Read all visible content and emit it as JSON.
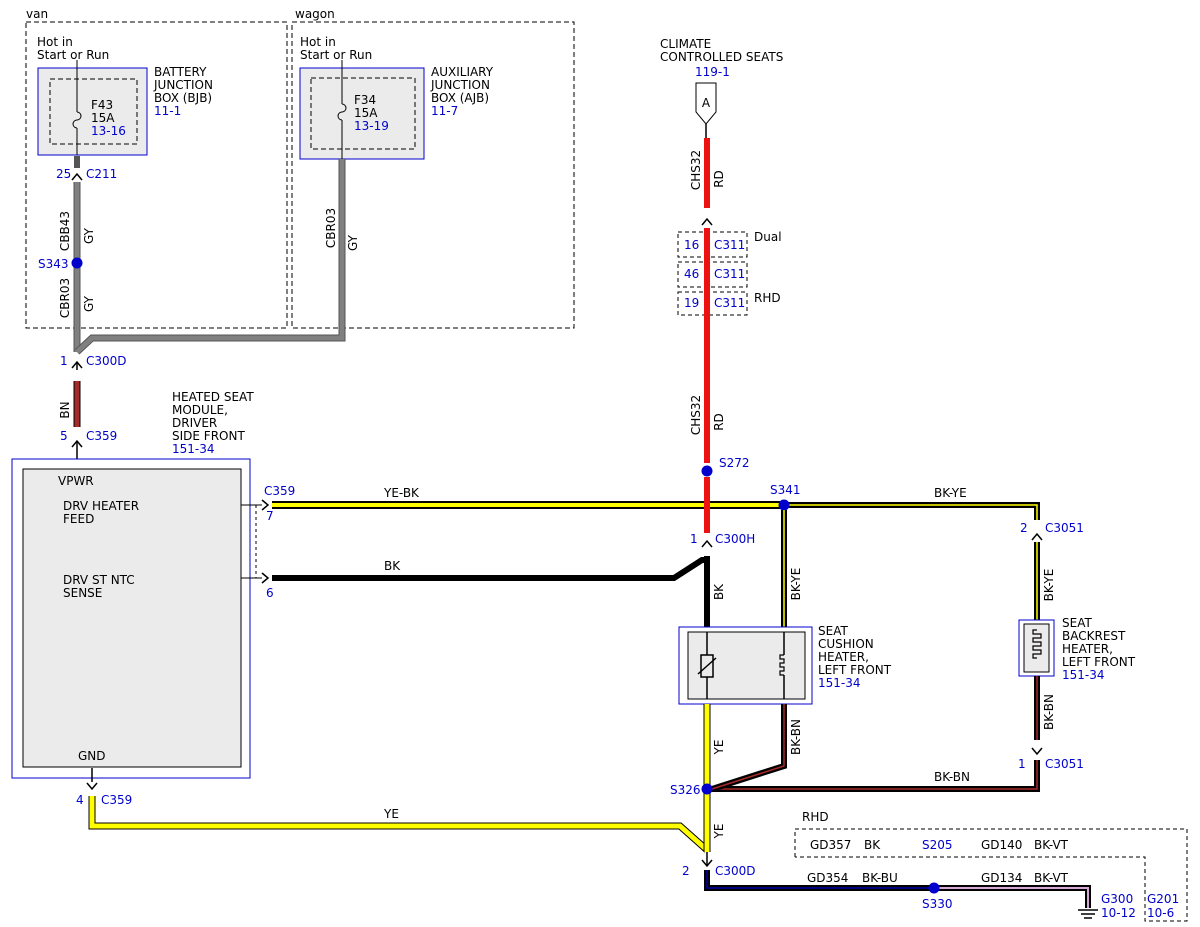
{
  "colors": {
    "blue": "#0000cc",
    "wire_gy": "#808080",
    "wire_bn": "#a52a2a",
    "wire_rd": "#ee1111",
    "wire_ye": "#ffff00",
    "wire_bk": "#000000",
    "wire_bu": "#000080",
    "wire_vt": "#d7a8d7",
    "module_fill": "#ebebeb"
  },
  "regions": {
    "van": "van",
    "wagon": "wagon",
    "rhd": "RHD"
  },
  "power": {
    "van_hot": [
      "Hot in",
      "Start or Run"
    ],
    "wagon_hot": [
      "Hot in",
      "Start or Run"
    ],
    "bjb_title": [
      "BATTERY",
      "JUNCTION",
      "BOX (BJB)"
    ],
    "bjb_ref": "11-1",
    "ajb_title": [
      "AUXILIARY",
      "JUNCTION",
      "BOX (AJB)"
    ],
    "ajb_ref": "11-7",
    "f43": {
      "name": "F43",
      "rating": "15A",
      "ref": "13-16"
    },
    "f34": {
      "name": "F34",
      "rating": "15A",
      "ref": "13-19"
    }
  },
  "connectors": {
    "c211": {
      "pin": "25",
      "name": "C211"
    },
    "s343": "S343",
    "c300d_top": {
      "pin": "1",
      "name": "C300D"
    },
    "c359_pwr": {
      "pin": "5",
      "name": "C359"
    },
    "c359_feed": {
      "name": "C359",
      "pin": "7"
    },
    "c359_sense_pin": "6",
    "c359_gnd": {
      "pin": "4",
      "name": "C359"
    },
    "c311": [
      {
        "pin": "16",
        "name": "C311",
        "label": "Dual"
      },
      {
        "pin": "46",
        "name": "C311",
        "label": ""
      },
      {
        "pin": "19",
        "name": "C311",
        "label": "RHD"
      }
    ],
    "s272": "S272",
    "s341": "S341",
    "c300h": {
      "pin": "1",
      "name": "C300H"
    },
    "c3051_top": {
      "pin": "2",
      "name": "C3051"
    },
    "c3051_bot": {
      "pin": "1",
      "name": "C3051"
    },
    "s326": "S326",
    "c300d_bot": {
      "pin": "2",
      "name": "C300D"
    },
    "s330": "S330",
    "s205": "S205",
    "g300": {
      "name": "G300",
      "ref": "10-12"
    },
    "g201": {
      "name": "G201",
      "ref": "10-6"
    }
  },
  "climate": {
    "title": [
      "CLIMATE",
      "CONTROLLED SEATS"
    ],
    "ref": "119-1",
    "letter": "A"
  },
  "module": {
    "title": [
      "HEATED SEAT",
      "MODULE,",
      "DRIVER",
      "SIDE FRONT"
    ],
    "ref": "151-34",
    "vpwr": "VPWR",
    "feed": [
      "DRV HEATER",
      "FEED"
    ],
    "sense": [
      "DRV ST NTC",
      "SENSE"
    ],
    "gnd": "GND"
  },
  "cushion": {
    "title": [
      "SEAT",
      "CUSHION",
      "HEATER,",
      "LEFT FRONT"
    ],
    "ref": "151-34"
  },
  "backrest": {
    "title": [
      "SEAT",
      "BACKREST",
      "HEATER,",
      "LEFT FRONT"
    ],
    "ref": "151-34"
  },
  "wires": {
    "cbb43": "CBB43",
    "gy": "GY",
    "cbr03": "CBR03",
    "gy2": "GY",
    "cbr03_wagon": "CBR03",
    "gy3": "GY",
    "bn": "BN",
    "chs32_top": "CHS32",
    "rd_top": "RD",
    "chs32_mid": "CHS32",
    "rd_mid": "RD",
    "ye_bk": "YE-BK",
    "bk_ye_top": "BK-YE",
    "bk": "BK",
    "bk_vert": "BK",
    "bk_ye_vert": "BK-YE",
    "bk_ye_right": "BK-YE",
    "ye_vert1": "YE",
    "bk_bn_vert": "BK-BN",
    "bk_bn_right": "BK-BN",
    "bk_bn_bottom": "BK-BN",
    "ye_bottom": "YE",
    "ye_vert2": "YE"
  },
  "ground_table": {
    "rhd_row": [
      "GD357",
      "BK",
      "GD140",
      "BK-VT"
    ],
    "main_row": [
      "GD354",
      "BK-BU",
      "GD134",
      "BK-VT"
    ]
  }
}
